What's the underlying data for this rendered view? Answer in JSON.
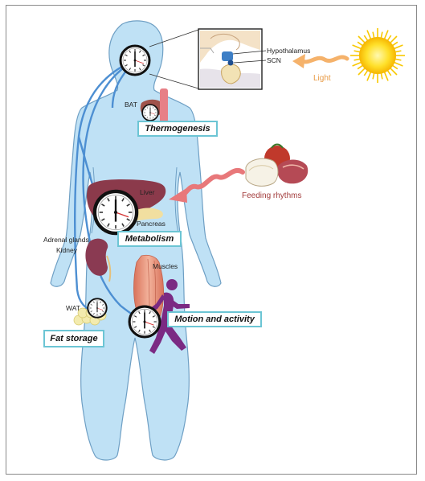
{
  "labels": {
    "hypothalamus": "Hypothalamus",
    "scn": "SCN",
    "light": "Light",
    "bat": "BAT",
    "thermogenesis": "Thermogenesis",
    "feeding_rhythms": "Feeding rhythms",
    "liver": "Liver",
    "pancreas": "Pancreas",
    "metabolism": "Metabolism",
    "adrenal_glands": "Adrenal glands",
    "kidney": "Kidney",
    "muscles": "Muscles",
    "wat": "WAT",
    "motion_and_activity": "Motion and activity",
    "fat_storage": "Fat storage"
  },
  "colors": {
    "body": "#bfe1f5",
    "body_outline": "#6e9fc4",
    "connector": "#4d8fd2",
    "box_border": "#6cc5d4",
    "light_arrow": "#f5b26b",
    "feeding_arrow": "#e8787a",
    "liver": "#8b3a4b",
    "kidney": "#8a3a52",
    "muscle": "#e9947a",
    "figure": "#7b2a83"
  },
  "icons": [
    "sun-icon",
    "food-icon",
    "clock-icon",
    "running-figure-icon",
    "brain-inset-icon"
  ]
}
